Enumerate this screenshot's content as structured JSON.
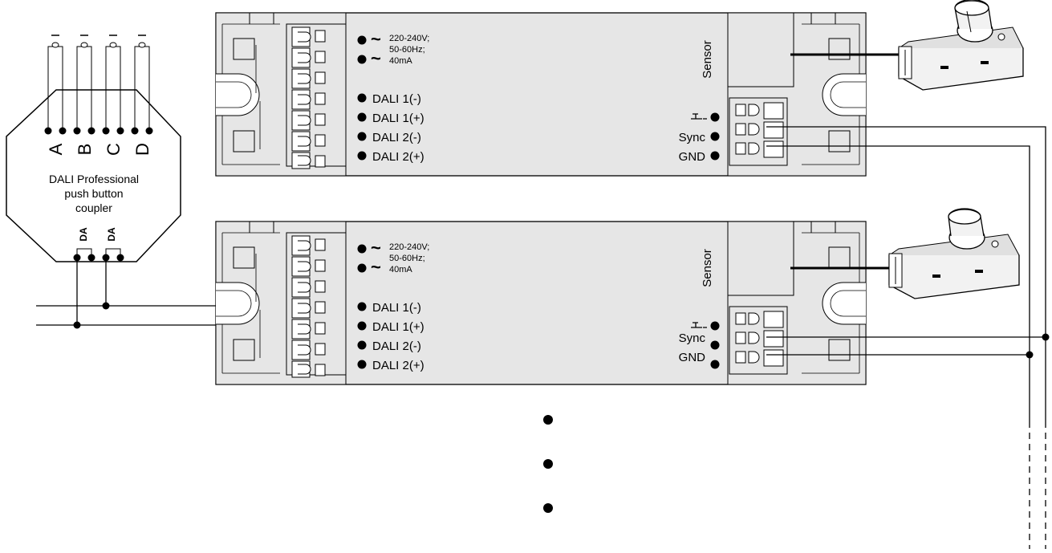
{
  "coupler": {
    "label_line1": "DALI Professional",
    "label_line2": "push button",
    "label_line3": "coupler",
    "inputs": [
      "A",
      "B",
      "C",
      "D"
    ],
    "bus_label_1": "DA",
    "bus_label_2": "DA"
  },
  "devices": [
    {
      "mains_voltage": "220-240V;",
      "mains_frequency": "50-60Hz;",
      "mains_current": "40mA",
      "dali1_minus": "DALI 1(-)",
      "dali1_plus": "DALI 1(+)",
      "dali2_minus": "DALI 2(-)",
      "dali2_plus": "DALI 2(+)",
      "sensor_label": "Sensor",
      "sync_label": "Sync",
      "gnd_label": "GND"
    },
    {
      "mains_voltage": "220-240V;",
      "mains_frequency": "50-60Hz;",
      "mains_current": "40mA",
      "dali1_minus": "DALI 1(-)",
      "dali1_plus": "DALI 1(+)",
      "dali2_minus": "DALI 2(-)",
      "dali2_plus": "DALI 2(+)",
      "sensor_label": "Sensor",
      "sync_label": "Sync",
      "gnd_label": "GND"
    }
  ],
  "symbols": {
    "ac_symbol": "~",
    "pushbutton_symbol": "pushbutton-icon",
    "continuation": "ellipsis-dots"
  }
}
